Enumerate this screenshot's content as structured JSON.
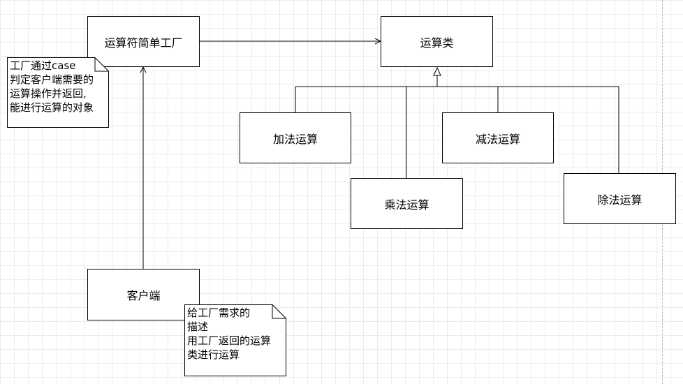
{
  "diagram": {
    "factory": {
      "label": "运算符简单工厂"
    },
    "operation": {
      "label": "运算类"
    },
    "add": {
      "label": "加法运算"
    },
    "sub": {
      "label": "减法运算"
    },
    "mul": {
      "label": "乘法运算"
    },
    "div": {
      "label": "除法运算"
    },
    "client": {
      "label": "客户端"
    },
    "factory_note": {
      "lines": [
        "工厂通过case",
        "判定客户端需要的",
        "运算操作并返回,",
        "能进行运算的对象"
      ]
    },
    "client_note": {
      "lines": [
        "给工厂需求的",
        "描述",
        "用工厂返回的运算",
        "类进行运算"
      ]
    }
  }
}
